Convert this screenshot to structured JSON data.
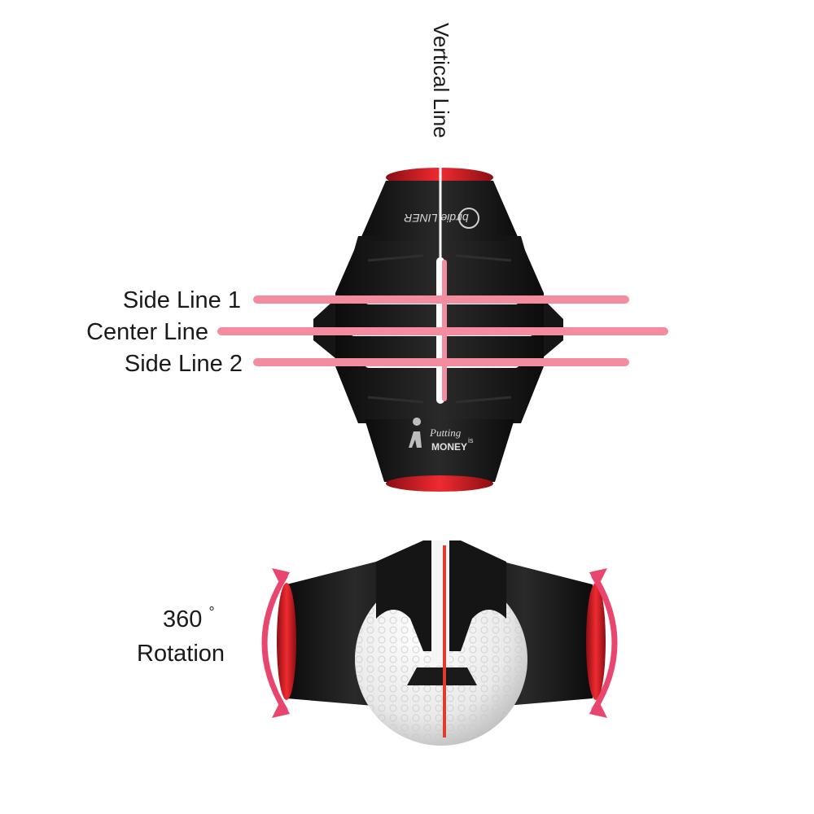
{
  "labels": {
    "vertical_line": "Vertical Line",
    "side_line_1": "Side Line 1",
    "center_line": "Center Line",
    "side_line_2": "Side Line 2",
    "rotation_degrees": "360",
    "rotation_degree_mark": "°",
    "rotation_word": "Rotation"
  },
  "product_marks": {
    "top_logo": "birdie LINER",
    "bottom_logo_line1": "Putting",
    "bottom_logo_line2": "is",
    "bottom_logo_line3": "MONEY"
  },
  "colors": {
    "guide_line": "#f48ca0",
    "arrow": "#e8466e",
    "body": "#141414",
    "ring": "#d81b24",
    "ball": "#f2f2f2"
  }
}
